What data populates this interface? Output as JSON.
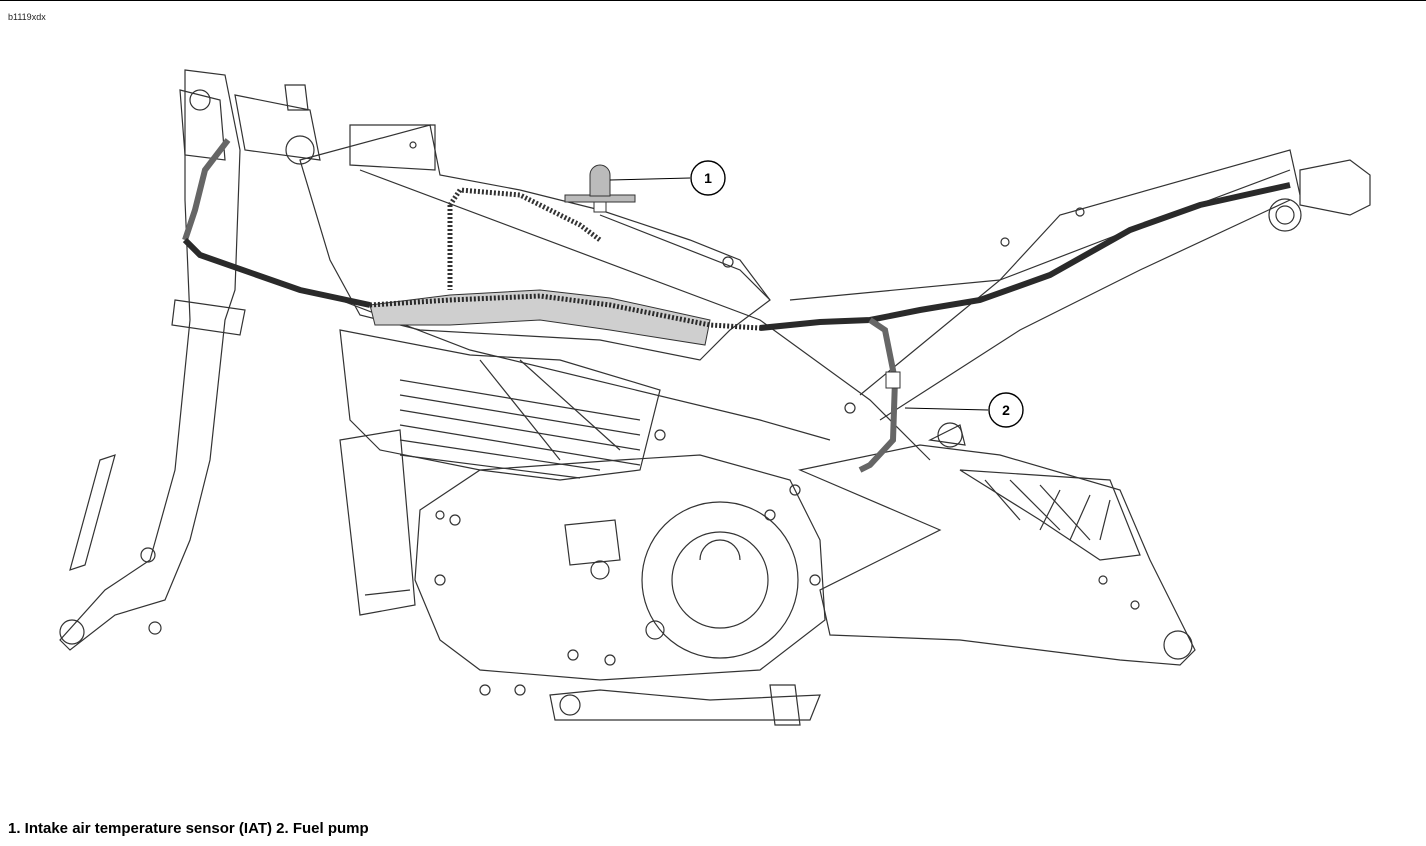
{
  "figure_id": "b1119xdx",
  "callouts": [
    {
      "number": "1",
      "label": "Intake air temperature sensor (IAT)"
    },
    {
      "number": "2",
      "label": "Fuel pump"
    }
  ],
  "caption": "1. Intake air temperature sensor (IAT) 2. Fuel pump",
  "colors": {
    "line": "#333333",
    "harness": "#2a2a2a",
    "harness_gray": "#666666",
    "highlight": "#cfcfcf"
  }
}
